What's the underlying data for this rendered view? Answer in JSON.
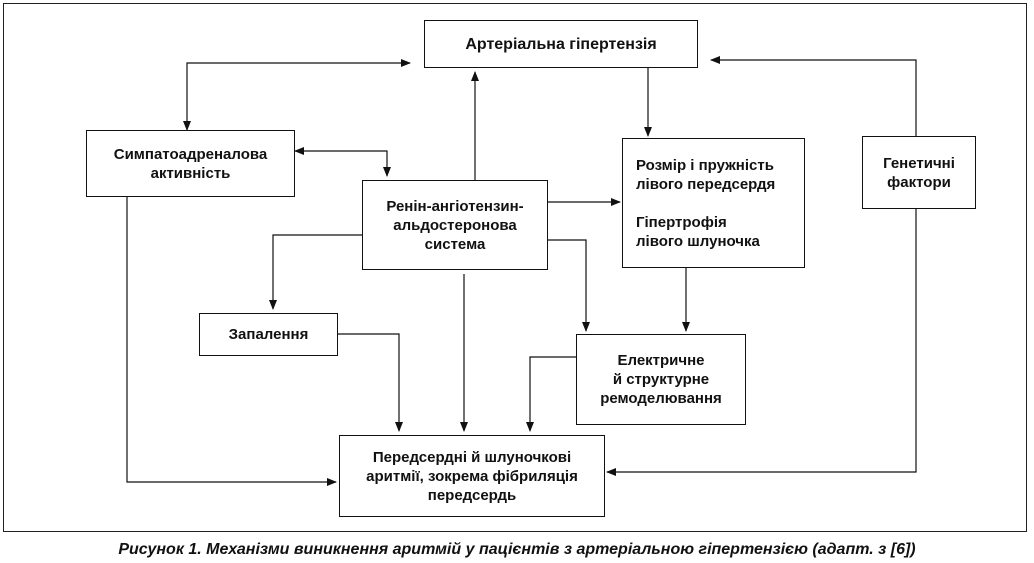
{
  "nodes": {
    "hypertension": "Артеріальна гіпертензія",
    "sympatho": [
      "Симпатоадреналова",
      "активність"
    ],
    "raas": [
      "Ренін-ангіотензин-",
      "альдостеронова",
      "система"
    ],
    "atrium": [
      "Розмір і пружність",
      "лівого передсердя",
      "",
      "Гіпертрофія",
      "лівого шлуночка"
    ],
    "genetic": [
      "Генетичні",
      "фактори"
    ],
    "inflammation": "Запалення",
    "remodeling": [
      "Електричне",
      "й структурне",
      "ремоделювання"
    ],
    "arrhythmia": [
      "Передсердні й шлуночкові",
      "аритмії, зокрема фібриляція",
      "передсердь"
    ]
  },
  "caption": "Рисунок 1. Механізми виникнення аритмій у пацієнтів з артеріальною гіпертензією (адапт. з [6])"
}
